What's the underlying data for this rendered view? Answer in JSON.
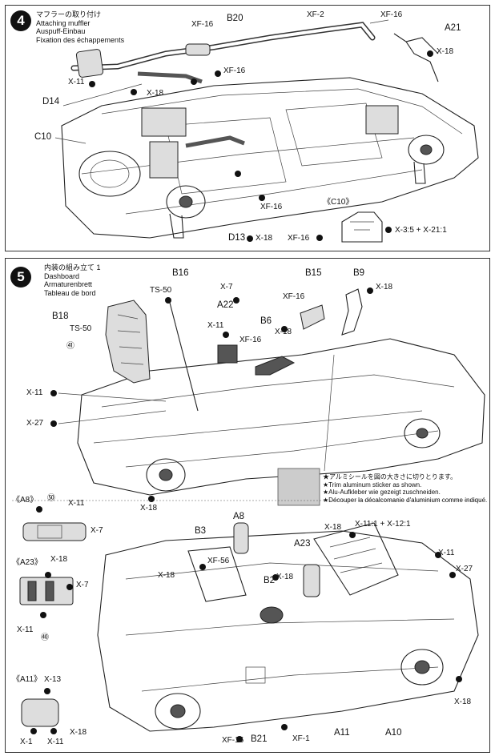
{
  "step4": {
    "number": "4",
    "title_ja": "マフラーの取り付け",
    "title_en": "Attaching muffler",
    "title_de": "Auspuff-Einbau",
    "title_fr": "Fixation des échappements",
    "labels": {
      "B20": "B20",
      "XF2": "XF-2",
      "XF16a": "XF-16",
      "XF16b": "XF-16",
      "A21": "A21",
      "X18a": "X-18",
      "XF16c": "XF-16",
      "X11": "X-11",
      "X18b": "X-18",
      "D14": "D14",
      "C10": "C10",
      "XF16d": "XF-16",
      "D13": "D13",
      "X18c": "X-18",
      "C10b": "《C10》",
      "XF16e": "XF-16",
      "X3": "X-3:5 + X-21:1"
    }
  },
  "step5": {
    "number": "5",
    "title_ja": "内装の組み立て 1",
    "title_en": "Dashboard",
    "title_de": "Armaturenbrett",
    "title_fr": "Tableau de bord",
    "labels": {
      "B16": "B16",
      "B15": "B15",
      "B9": "B9",
      "TS50a": "TS-50",
      "X7": "X-7",
      "X18a": "X-18",
      "A22": "A22",
      "XF16a": "XF-16",
      "B18": "B18",
      "TS50b": "TS-50",
      "X11a": "X-11",
      "B6": "B6",
      "X18b": "X-18",
      "XF16b": "XF-16",
      "c41": "㊶",
      "X11b": "X-11",
      "X27a": "X-27",
      "X18c": "X-18"
    },
    "sticker_note": [
      "★アルミシールを図の大きさに切りとります。",
      "★Trim aluminum sticker as shown.",
      "★Alu-Aufkleber wie gezeigt zuschneiden.",
      "★Découper la décalcomanie d'aluminium comme indiqué."
    ],
    "a8": {
      "title": "《A8》",
      "c50": "㊿",
      "X11": "X-11",
      "X7": "X-7"
    },
    "a23": {
      "title": "《A23》",
      "X18": "X-18",
      "X7": "X-7",
      "X11": "X-11",
      "c51": "㊵"
    },
    "a11": {
      "title": "《A11》",
      "X13": "X-13",
      "X18": "X-18",
      "X1": "X-1",
      "X11": "X-11"
    },
    "lower": {
      "A8": "A8",
      "B3": "B3",
      "XF56": "XF-56",
      "X18a": "X-18",
      "B2": "B2",
      "X18b": "X-18",
      "A23": "A23",
      "X18c": "X-18",
      "X11mix": "X-11:1 + X-12:1",
      "X11": "X-11",
      "X27": "X-27",
      "X18d": "X-18",
      "XF16": "XF-16",
      "B21": "B21",
      "XF1": "XF-1",
      "A11": "A11",
      "A10": "A10"
    }
  }
}
